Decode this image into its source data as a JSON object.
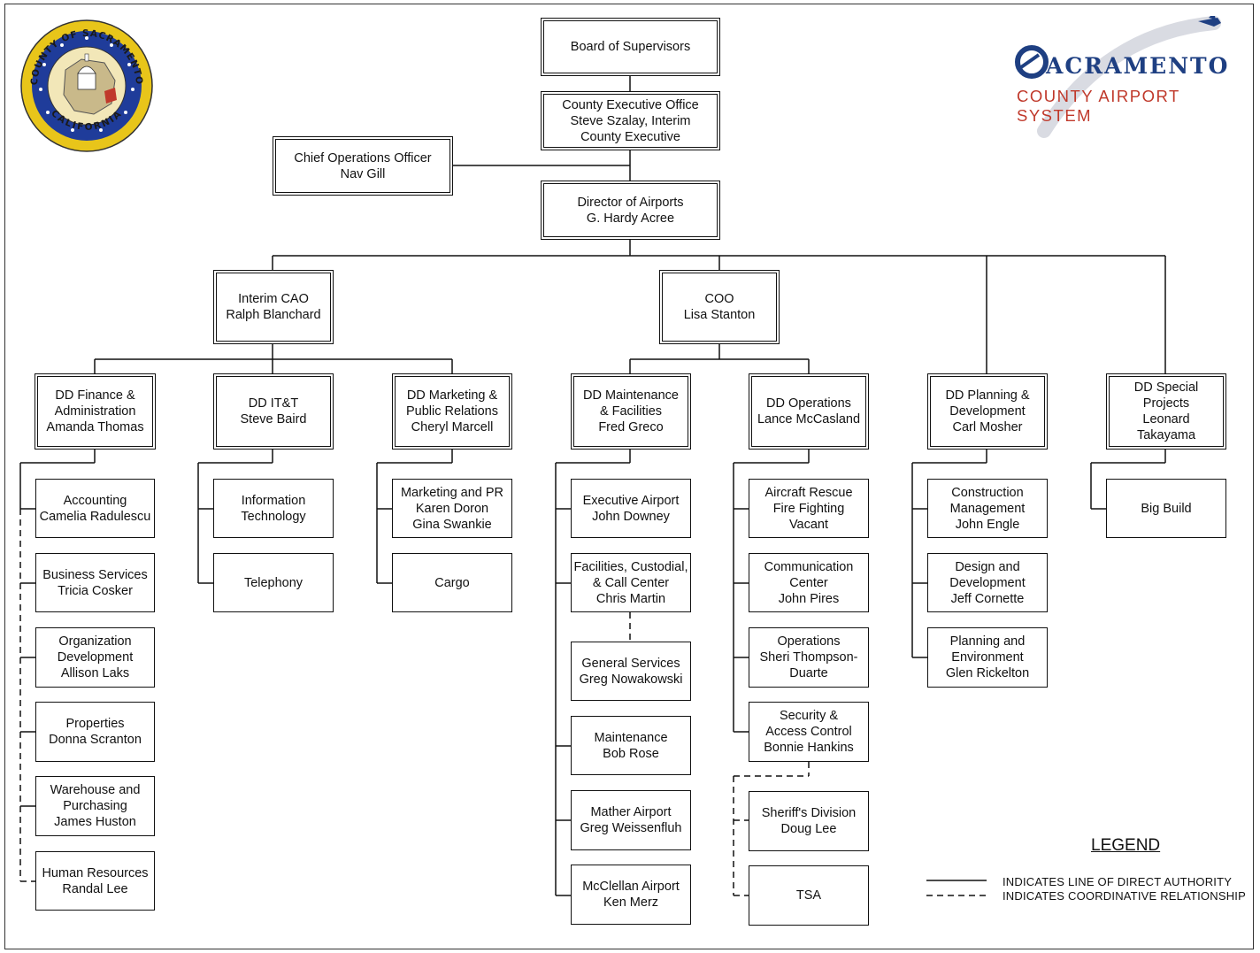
{
  "seal": {
    "top_text": "COUNTY OF SACRAMENTO",
    "bottom_text": "CALIFORNIA"
  },
  "airport_logo": {
    "name": "ACRAMENTO",
    "subtitle": "COUNTY AIRPORT SYSTEM"
  },
  "colors": {
    "seal_blue": "#1f3c9a",
    "seal_gold": "#e8c51a",
    "logo_navy": "#1e3f82",
    "logo_red": "#c0392b"
  },
  "nodes": {
    "board": "Board of Supervisors",
    "ceo": "County Executive Office\nSteve Szalay, Interim\nCounty Executive",
    "chief_ops": "Chief Operations Officer\nNav Gill",
    "director": "Director of Airports\nG. Hardy Acree",
    "cao": "Interim CAO\nRalph Blanchard",
    "coo": "COO\nLisa Stanton",
    "dd_finance": "DD Finance &\nAdministration\nAmanda Thomas",
    "dd_itt": "DD IT&T\nSteve Baird",
    "dd_marketing": "DD Marketing &\nPublic Relations\nCheryl Marcell",
    "dd_maintenance": "DD Maintenance\n& Facilities\nFred Greco",
    "dd_operations": "DD Operations\nLance McCasland",
    "dd_planning": "DD Planning &\nDevelopment\nCarl Mosher",
    "dd_special": "DD Special\nProjects\nLeonard\nTakayama",
    "accounting": "Accounting\nCamelia Radulescu",
    "business": "Business Services\nTricia Cosker",
    "org_dev": "Organization\nDevelopment\nAllison Laks",
    "properties": "Properties\nDonna Scranton",
    "warehouse": "Warehouse and\nPurchasing\nJames Huston",
    "hr": "Human Resources\nRandal Lee",
    "info_tech": "Information\nTechnology",
    "telephony": "Telephony",
    "marketing_pr": "Marketing and PR\nKaren Doron\nGina Swankie",
    "cargo": "Cargo",
    "exec_airport": "Executive Airport\nJohn Downey",
    "facilities": "Facilities, Custodial,\n& Call Center\nChris Martin",
    "general_services": "General Services\nGreg Nowakowski",
    "maintenance": "Maintenance\nBob Rose",
    "mather": "Mather Airport\nGreg Weissenfluh",
    "mcclellan": "McClellan Airport\nKen Merz",
    "arff": "Aircraft Rescue\nFire Fighting\nVacant",
    "comm_center": "Communication\nCenter\nJohn Pires",
    "operations": "Operations\nSheri Thompson-\nDuarte",
    "security": "Security &\nAccess Control\nBonnie Hankins",
    "sheriff": "Sheriff's Division\nDoug Lee",
    "tsa": "TSA",
    "construction": "Construction\nManagement\nJohn Engle",
    "design": "Design and\nDevelopment\nJeff Cornette",
    "planning_env": "Planning and\nEnvironment\nGlen Rickelton",
    "big_build": "Big Build"
  },
  "legend": {
    "title": "LEGEND",
    "solid": "INDICATES LINE OF DIRECT AUTHORITY",
    "dashed": "INDICATES COORDINATIVE RELATIONSHIP"
  }
}
